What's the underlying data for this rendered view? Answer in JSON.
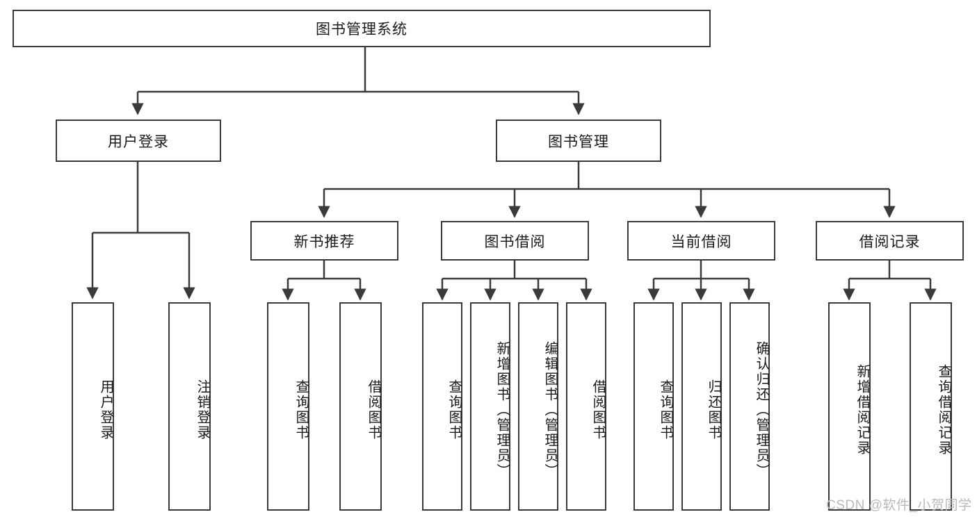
{
  "diagram": {
    "title": "图书管理系统",
    "type": "tree",
    "root": {
      "label": "图书管理系统"
    },
    "level2": [
      {
        "label": "用户登录"
      },
      {
        "label": "图书管理"
      }
    ],
    "level3": [
      {
        "label": "新书推荐"
      },
      {
        "label": "图书借阅"
      },
      {
        "label": "当前借阅"
      },
      {
        "label": "借阅记录"
      }
    ],
    "leaves": {
      "user_login": [
        {
          "label": "用户登录"
        },
        {
          "label": "注销登录"
        }
      ],
      "new_book_recommend": [
        {
          "label": "查询图书"
        },
        {
          "label": "借阅图书"
        }
      ],
      "book_borrow": [
        {
          "label": "查询图书"
        },
        {
          "label": "新增图书（管理员）"
        },
        {
          "label": "编辑图书（管理员）"
        },
        {
          "label": "借阅图书"
        }
      ],
      "current_borrow": [
        {
          "label": "查询图书"
        },
        {
          "label": "归还图书"
        },
        {
          "label": "确认归还（管理员）"
        }
      ],
      "borrow_record": [
        {
          "label": "新增借阅记录"
        },
        {
          "label": "查询借阅记录"
        }
      ]
    }
  },
  "watermark": {
    "text": "CSDN @软件_小贺同学"
  },
  "colors": {
    "box_border": "#3a3a3a",
    "line": "#3a3a3a",
    "background": "#ffffff",
    "text": "#1a1a1a",
    "watermark": "#b9b9b9"
  }
}
